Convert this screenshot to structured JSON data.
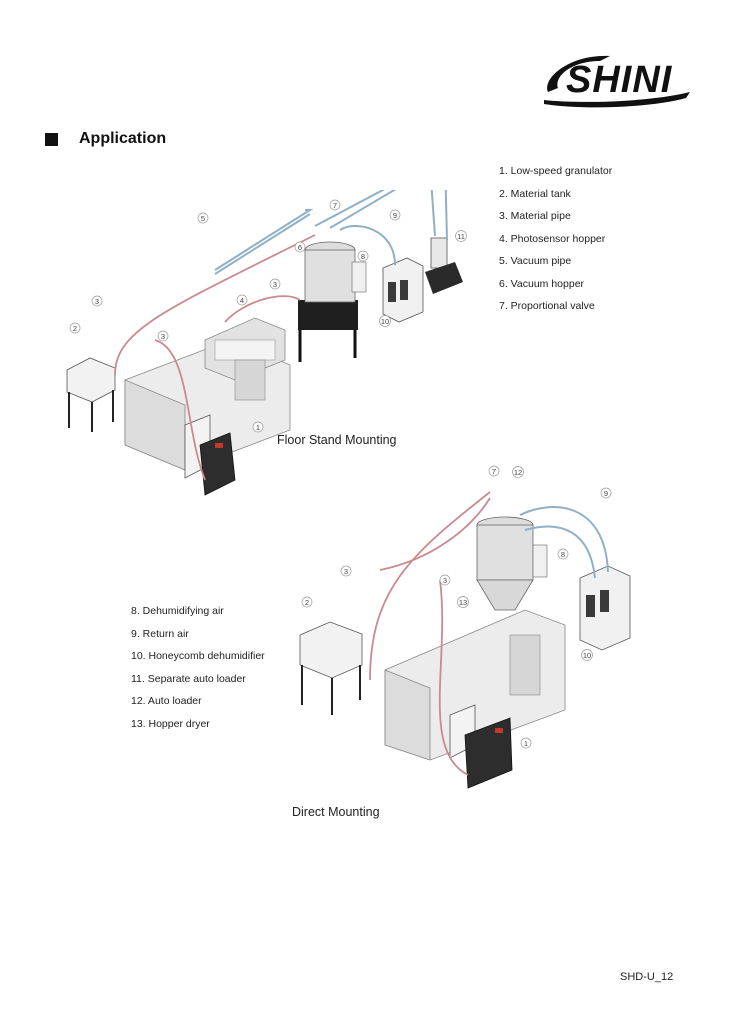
{
  "brand": {
    "logo_text": "SHINI"
  },
  "section": {
    "title": "Application"
  },
  "legend_top": [
    "1. Low-speed granulator",
    "2. Material tank",
    "3. Material pipe",
    "4. Photosensor hopper",
    "5. Vacuum pipe",
    "6. Vacuum hopper",
    "7. Proportional valve"
  ],
  "legend_bottom": [
    "8. Dehumidifying air",
    "9. Return air",
    "10. Honeycomb dehumidifier",
    "11. Separate auto loader",
    "12. Auto loader",
    "13. Hopper dryer"
  ],
  "captions": {
    "floor": "Floor Stand Mounting",
    "direct": "Direct Mounting"
  },
  "callouts_top": [
    "1",
    "2",
    "3",
    "3",
    "3",
    "4",
    "5",
    "6",
    "7",
    "8",
    "9",
    "10",
    "11"
  ],
  "callouts_bottom": [
    "1",
    "2",
    "3",
    "3",
    "7",
    "8",
    "9",
    "10",
    "12",
    "13"
  ],
  "footer": {
    "page_number": "SHD-U_12"
  },
  "colors": {
    "material_pipe": "#c98a90",
    "air_pipe": "#8fb0c8",
    "machine": "#e6e6e6",
    "dark_unit": "#2d2d2d"
  }
}
